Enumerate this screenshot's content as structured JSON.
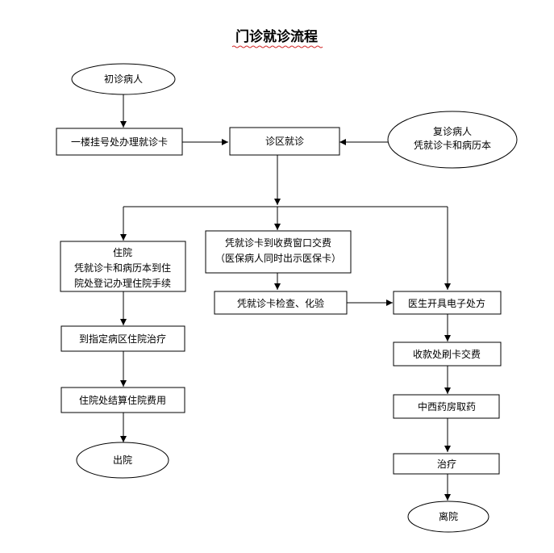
{
  "title": "门诊就诊流程",
  "nodes": {
    "first_visit": "初诊病人",
    "register": "一楼挂号处办理就诊卡",
    "clinic": "诊区就诊",
    "return_visit": [
      "复诊病人",
      "凭就诊卡和病历本"
    ],
    "hospitalize": [
      "住院",
      "凭就诊卡和病历本到住",
      "院处登记办理住院手续"
    ],
    "pay_window": [
      "凭就诊卡到收费窗口交费",
      "（医保病人同时出示医保卡）"
    ],
    "exam": "凭就诊卡检查、化验",
    "prescription": "医生开具电子处方",
    "ward": "到指定病区住院治疗",
    "card_pay": "收款处刷卡交费",
    "settle": "住院处结算住院费用",
    "pharmacy": "中西药房取药",
    "treatment": "治疗",
    "discharge": "出院",
    "leave": "离院"
  },
  "colors": {
    "stroke": "#000000",
    "background": "#ffffff",
    "title_underline": "#d22b2b"
  }
}
